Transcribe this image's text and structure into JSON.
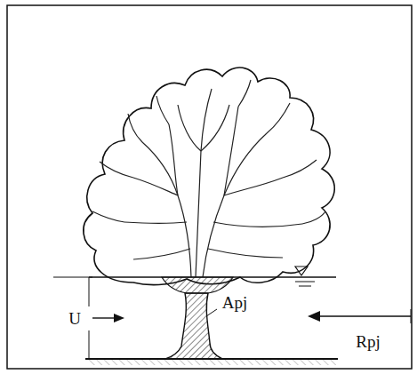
{
  "diagram": {
    "labels": [
      "U",
      "Apj",
      "Rpj"
    ]
  }
}
